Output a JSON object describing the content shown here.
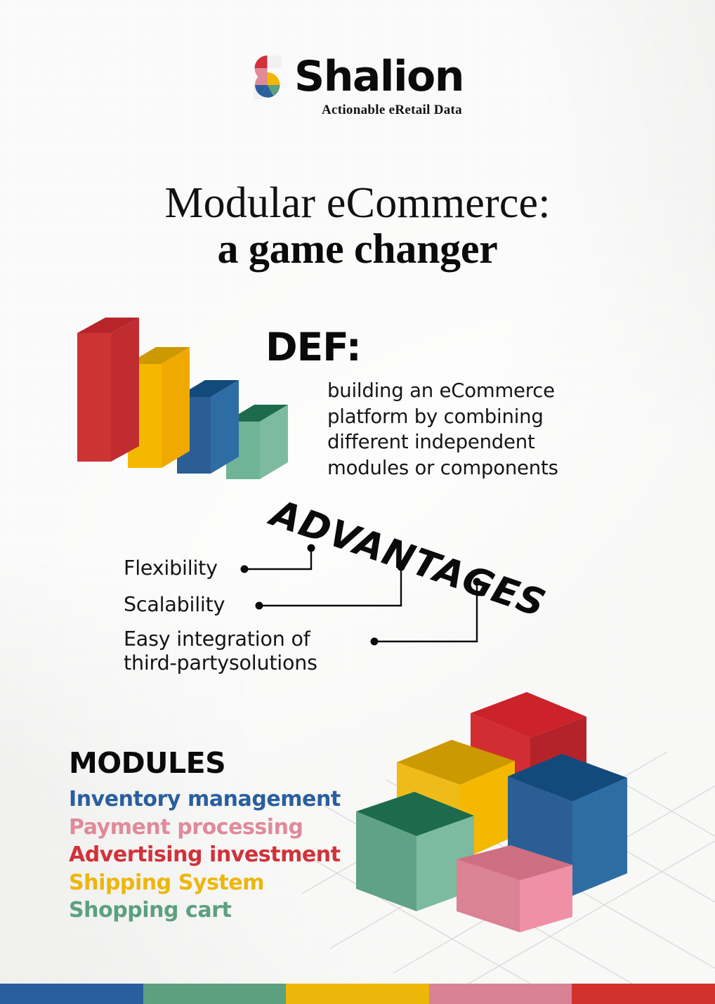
{
  "brand": {
    "name": "Shalion",
    "tagline": "Actionable eRetail Data",
    "logo_icon": "shalion-s-mark",
    "logo_segment_colors": [
      "#D13239",
      "#E08A99",
      "#F2B705",
      "#5CA07F",
      "#2A5F9E"
    ]
  },
  "title": {
    "line1": "Modular eCommerce:",
    "line2": "a game changer"
  },
  "definition": {
    "label": "DEF:",
    "body": "building an eCommerce platform by combining different independent modules or components"
  },
  "advantages": {
    "heading": "ADVANTAGES",
    "items": [
      {
        "label": "Flexibility"
      },
      {
        "label": "Scalability"
      },
      {
        "label": "Easy integration of\nthird-partysolutions"
      }
    ]
  },
  "modules": {
    "heading": "MODULES",
    "items": [
      {
        "label": "Inventory management",
        "color": "#2A5F9E"
      },
      {
        "label": "Payment processing",
        "color": "#E08A99"
      },
      {
        "label": "Advertising investment",
        "color": "#D13239"
      },
      {
        "label": "Shipping System",
        "color": "#EDB60A"
      },
      {
        "label": "Shopping cart",
        "color": "#5CA07F"
      }
    ]
  },
  "chart_data": {
    "type": "bar",
    "title": "",
    "categories": [
      "bar-1",
      "bar-2",
      "bar-3",
      "bar-4"
    ],
    "values": [
      100,
      80,
      60,
      45
    ],
    "colors": [
      "#CC3333",
      "#F5B800",
      "#2E6DA4",
      "#6FB496"
    ],
    "xlabel": "",
    "ylabel": "",
    "ylim": [
      0,
      100
    ],
    "grid": false,
    "legend": "none",
    "style": "isometric-3d descending"
  },
  "cube_cluster": {
    "type": "isometric-cubes",
    "cubes": [
      {
        "name": "red-cube",
        "color": "#CC2229"
      },
      {
        "name": "yellow-cube",
        "color": "#F5B800"
      },
      {
        "name": "blue-cube",
        "color": "#2E6DA4"
      },
      {
        "name": "green-cube",
        "color": "#6FB496"
      },
      {
        "name": "pink-cube",
        "color": "#EE90A5"
      }
    ]
  },
  "footer_bar": {
    "colors": [
      "#2A5F9E",
      "#5CA07F",
      "#EDB60A",
      "#DA8295",
      "#D1322C"
    ]
  }
}
